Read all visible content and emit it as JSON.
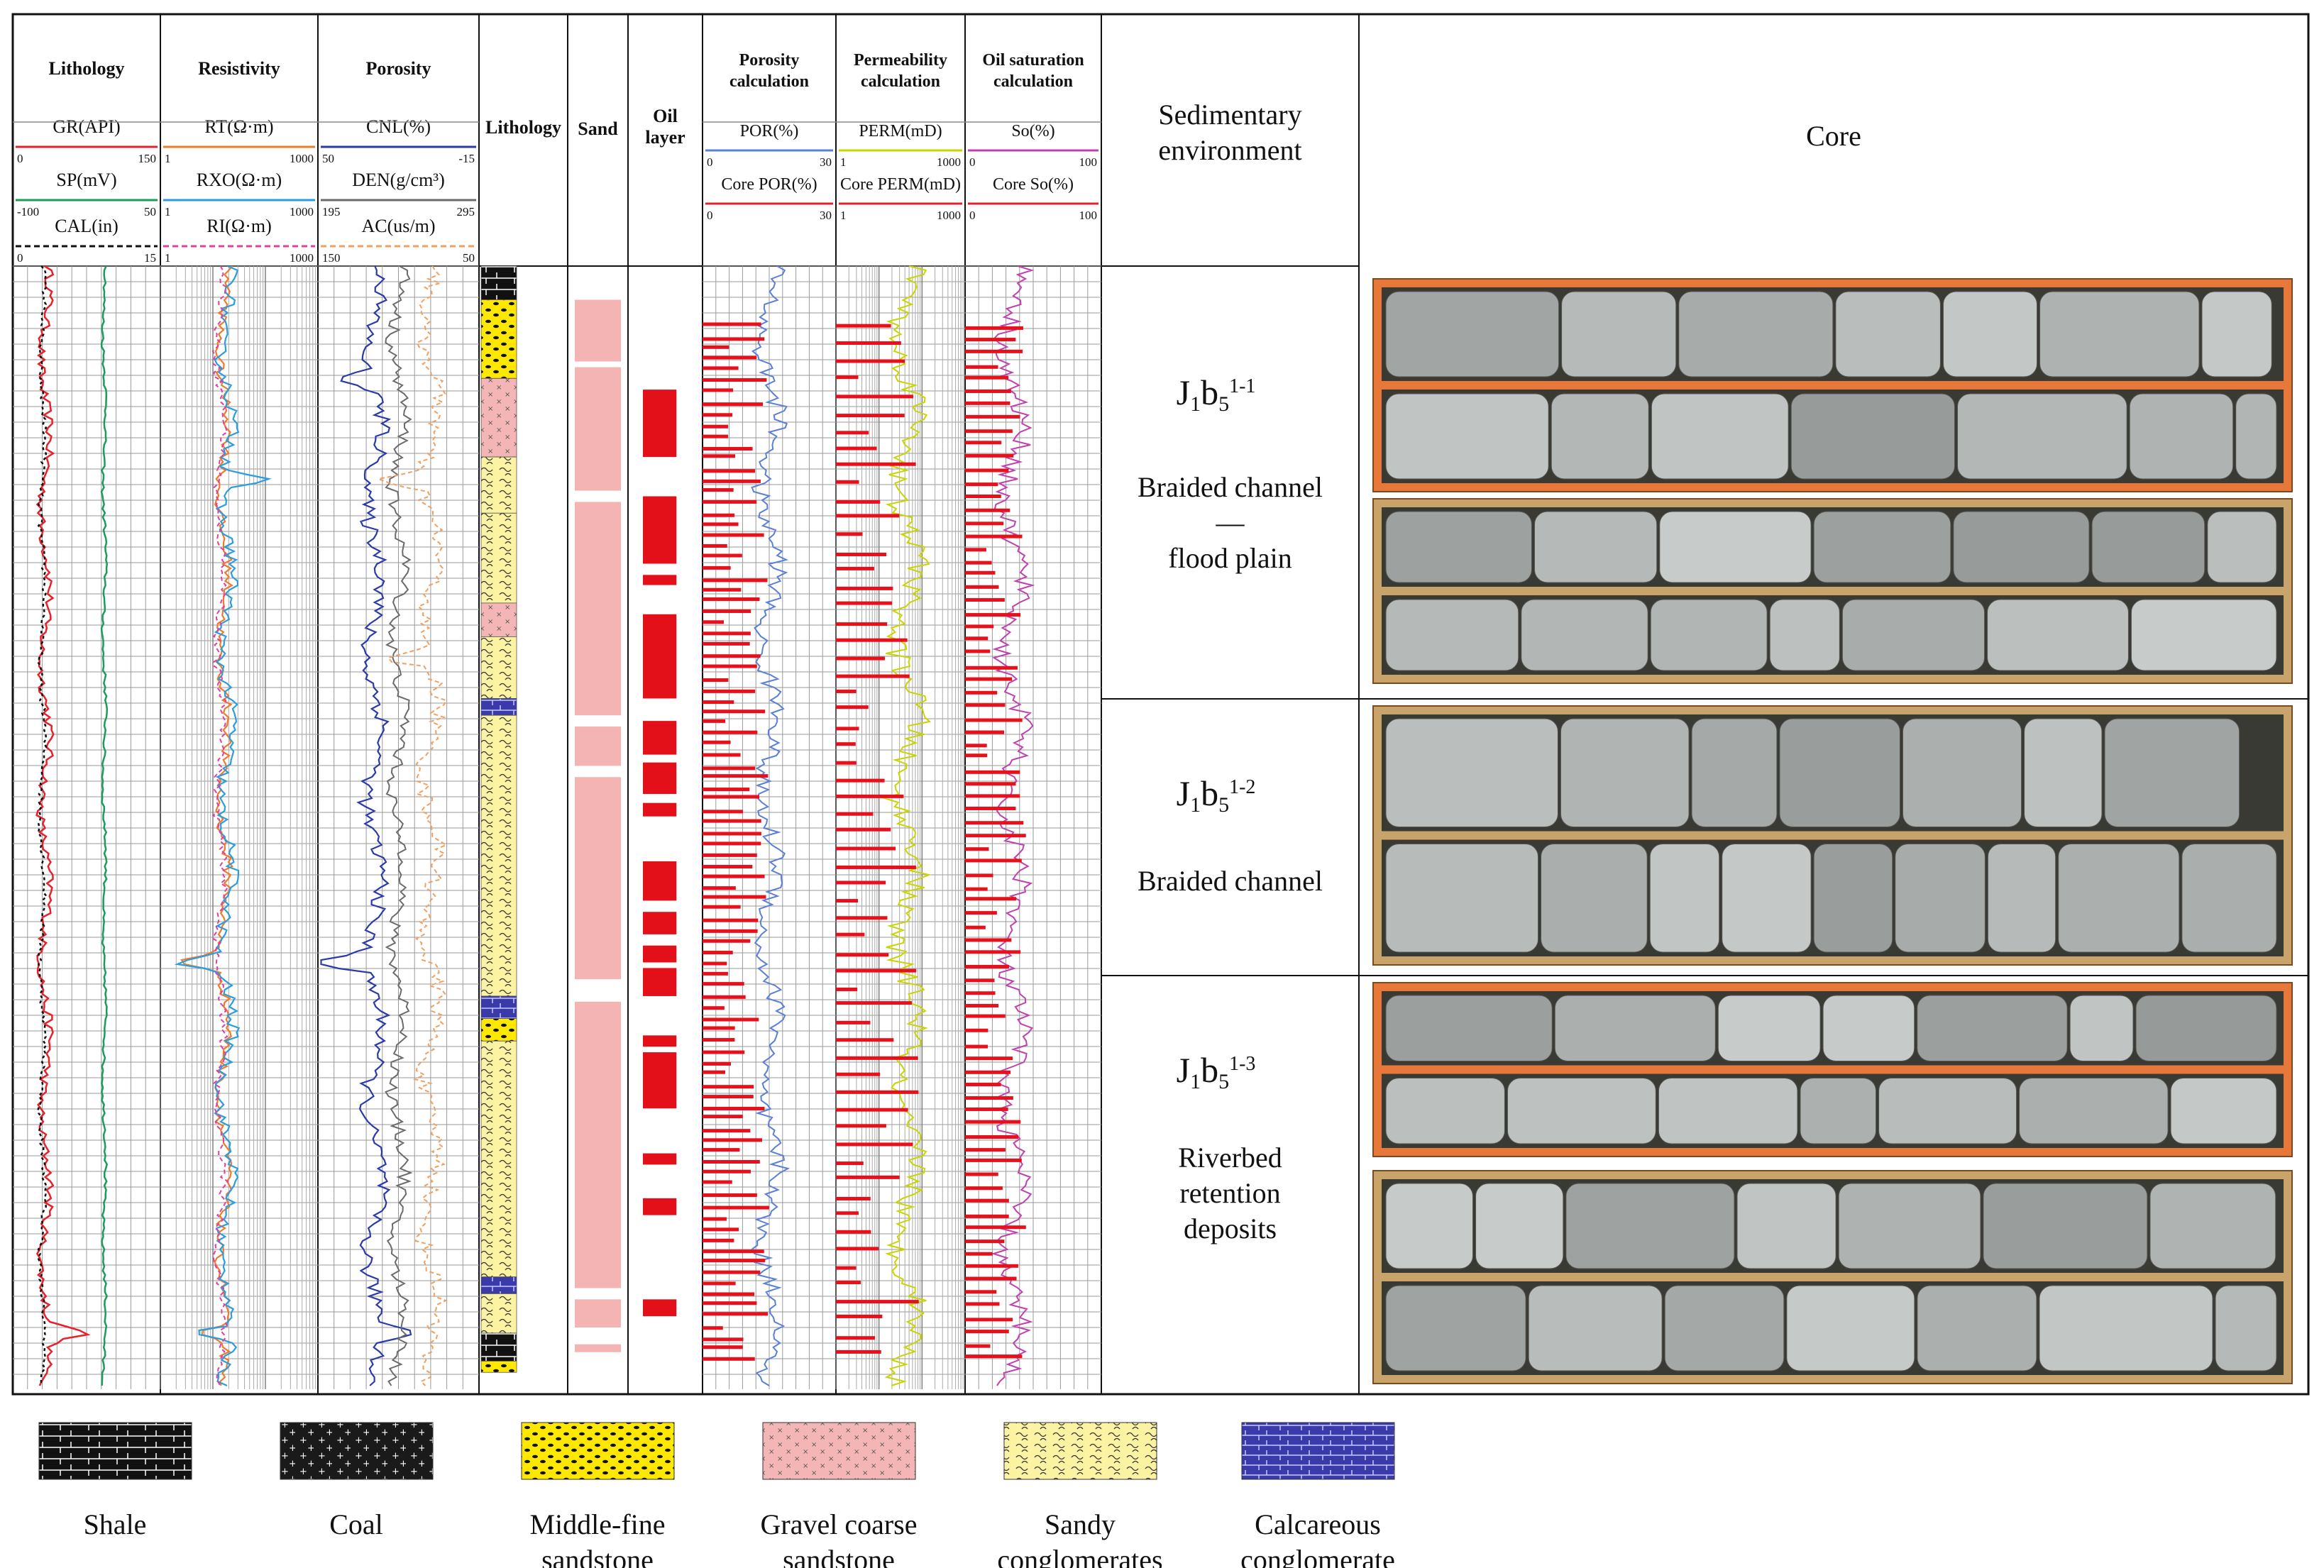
{
  "chart_data": {
    "type": "well-log composite",
    "tracks": {
      "lithology_curves": {
        "title": "Lithology",
        "curves": [
          {
            "name": "GR(API)",
            "range": [
              0,
              150
            ],
            "color": "#e8202a"
          },
          {
            "name": "SP(mV)",
            "range": [
              -100,
              50
            ],
            "color": "#1b9c5a"
          },
          {
            "name": "CAL(in)",
            "range": [
              0,
              15
            ],
            "color": "#111111"
          }
        ]
      },
      "resistivity": {
        "title": "Resistivity",
        "curves": [
          {
            "name": "RT(Ω·m)",
            "range": [
              1,
              1000
            ],
            "color": "#f07a2a"
          },
          {
            "name": "RXO(Ω·m)",
            "range": [
              1,
              1000
            ],
            "color": "#2a9de0"
          },
          {
            "name": "RI(Ω·m)",
            "range": [
              1,
              1000
            ],
            "color": "#e040a0"
          }
        ]
      },
      "porosity": {
        "title": "Porosity",
        "curves": [
          {
            "name": "CNL(%)",
            "range": [
              50,
              -15
            ],
            "color": "#2a3aa8"
          },
          {
            "name": "DEN(g/cm³)",
            "range": [
              1.95,
              2.95
            ],
            "range_labels": [
              "195",
              "295"
            ],
            "color": "#6b6b6b"
          },
          {
            "name": "AC(us/m)",
            "range": [
              150,
              50
            ],
            "color": "#f0a060"
          }
        ]
      },
      "lithology_column": {
        "title": "Lithology"
      },
      "sand": {
        "title": "Sand"
      },
      "oil_layer": {
        "title": "Oil layer",
        "title_lines": [
          "Oil",
          "layer"
        ]
      },
      "porosity_calc": {
        "title_lines": [
          "Porosity",
          "calculation"
        ],
        "curves": [
          {
            "name": "POR(%)",
            "range": [
              0,
              30
            ],
            "color": "#5a7fd6"
          },
          {
            "name": "Core POR(%)",
            "range": [
              0,
              30
            ],
            "color": "#e8202a"
          }
        ]
      },
      "permeability_calc": {
        "title_lines": [
          "Permeability",
          "calculation"
        ],
        "curves": [
          {
            "name": "PERM(mD)",
            "range": [
              1,
              1000
            ],
            "color": "#c8d400"
          },
          {
            "name": "Core PERM(mD)",
            "range": [
              1,
              1000
            ],
            "color": "#e8202a"
          }
        ]
      },
      "oil_saturation_calc": {
        "title_lines": [
          "Oil saturation",
          "calculation"
        ],
        "curves": [
          {
            "name": "So(%)",
            "range": [
              0,
              100
            ],
            "color": "#c040b0"
          },
          {
            "name": "Core So(%)",
            "range": [
              0,
              100
            ],
            "color": "#e8202a"
          }
        ]
      },
      "sedimentary_environment": {
        "title_lines": [
          "Sedimentary",
          "environment"
        ],
        "units": [
          {
            "unit_main": "J",
            "unit_sub1": "1",
            "unit_mid": "b",
            "unit_sub2": "5",
            "unit_sup": "1-1",
            "environment_lines": [
              "Braided channel",
              "—",
              "flood plain"
            ]
          },
          {
            "unit_main": "J",
            "unit_sub1": "1",
            "unit_mid": "b",
            "unit_sub2": "5",
            "unit_sup": "1-2",
            "environment_lines": [
              "Braided channel"
            ]
          },
          {
            "unit_main": "J",
            "unit_sub1": "1",
            "unit_mid": "b",
            "unit_sub2": "5",
            "unit_sup": "1-3",
            "environment_lines": [
              "Riverbed",
              "retention",
              "deposits"
            ]
          }
        ]
      },
      "core": {
        "title": "Core"
      }
    },
    "lithology_intervals": [
      {
        "from": 0.0,
        "to": 0.03,
        "type": "Shale"
      },
      {
        "from": 0.03,
        "to": 0.1,
        "type": "Middle-fine sandstone"
      },
      {
        "from": 0.1,
        "to": 0.17,
        "type": "Gravel coarse sandstone"
      },
      {
        "from": 0.17,
        "to": 0.22,
        "type": "Sandy conglomerates"
      },
      {
        "from": 0.22,
        "to": 0.3,
        "type": "Sandy conglomerates"
      },
      {
        "from": 0.3,
        "to": 0.33,
        "type": "Gravel coarse sandstone"
      },
      {
        "from": 0.33,
        "to": 0.385,
        "type": "Sandy conglomerates"
      },
      {
        "from": 0.385,
        "to": 0.4,
        "type": "Calcareous conglomerate"
      },
      {
        "from": 0.4,
        "to": 0.65,
        "type": "Sandy conglomerates"
      },
      {
        "from": 0.65,
        "to": 0.67,
        "type": "Calcareous conglomerate"
      },
      {
        "from": 0.67,
        "to": 0.69,
        "type": "Middle-fine sandstone"
      },
      {
        "from": 0.69,
        "to": 0.9,
        "type": "Sandy conglomerates"
      },
      {
        "from": 0.9,
        "to": 0.915,
        "type": "Calcareous conglomerate"
      },
      {
        "from": 0.915,
        "to": 0.95,
        "type": "Sandy conglomerates"
      },
      {
        "from": 0.95,
        "to": 0.975,
        "type": "Shale"
      },
      {
        "from": 0.975,
        "to": 0.985,
        "type": "Middle-fine sandstone"
      }
    ],
    "sand_intervals": [
      [
        0.03,
        0.085
      ],
      [
        0.09,
        0.2
      ],
      [
        0.21,
        0.4
      ],
      [
        0.41,
        0.445
      ],
      [
        0.455,
        0.635
      ],
      [
        0.655,
        0.91
      ],
      [
        0.92,
        0.945
      ],
      [
        0.96,
        0.967
      ]
    ],
    "oil_layer_intervals": [
      [
        0.11,
        0.17
      ],
      [
        0.205,
        0.265
      ],
      [
        0.275,
        0.284
      ],
      [
        0.31,
        0.385
      ],
      [
        0.405,
        0.435
      ],
      [
        0.442,
        0.47
      ],
      [
        0.478,
        0.49
      ],
      [
        0.53,
        0.565
      ],
      [
        0.575,
        0.595
      ],
      [
        0.605,
        0.62
      ],
      [
        0.625,
        0.65
      ],
      [
        0.685,
        0.695
      ],
      [
        0.7,
        0.75
      ],
      [
        0.79,
        0.8
      ],
      [
        0.83,
        0.845
      ],
      [
        0.92,
        0.935
      ]
    ],
    "core_por_marks": 95,
    "core_perm_marks": 60,
    "core_so_marks": 80,
    "legend": [
      {
        "label_lines": [
          "Shale"
        ],
        "pattern": "shale"
      },
      {
        "label_lines": [
          "Coal"
        ],
        "pattern": "coal"
      },
      {
        "label_lines": [
          "Middle-fine",
          "sandstone"
        ],
        "pattern": "mfsand"
      },
      {
        "label_lines": [
          "Gravel coarse",
          "sandstone"
        ],
        "pattern": "gravel"
      },
      {
        "label_lines": [
          "Sandy",
          "conglomerates"
        ],
        "pattern": "sandy"
      },
      {
        "label_lines": [
          "Calcareous",
          "conglomerate"
        ],
        "pattern": "calc"
      }
    ]
  }
}
